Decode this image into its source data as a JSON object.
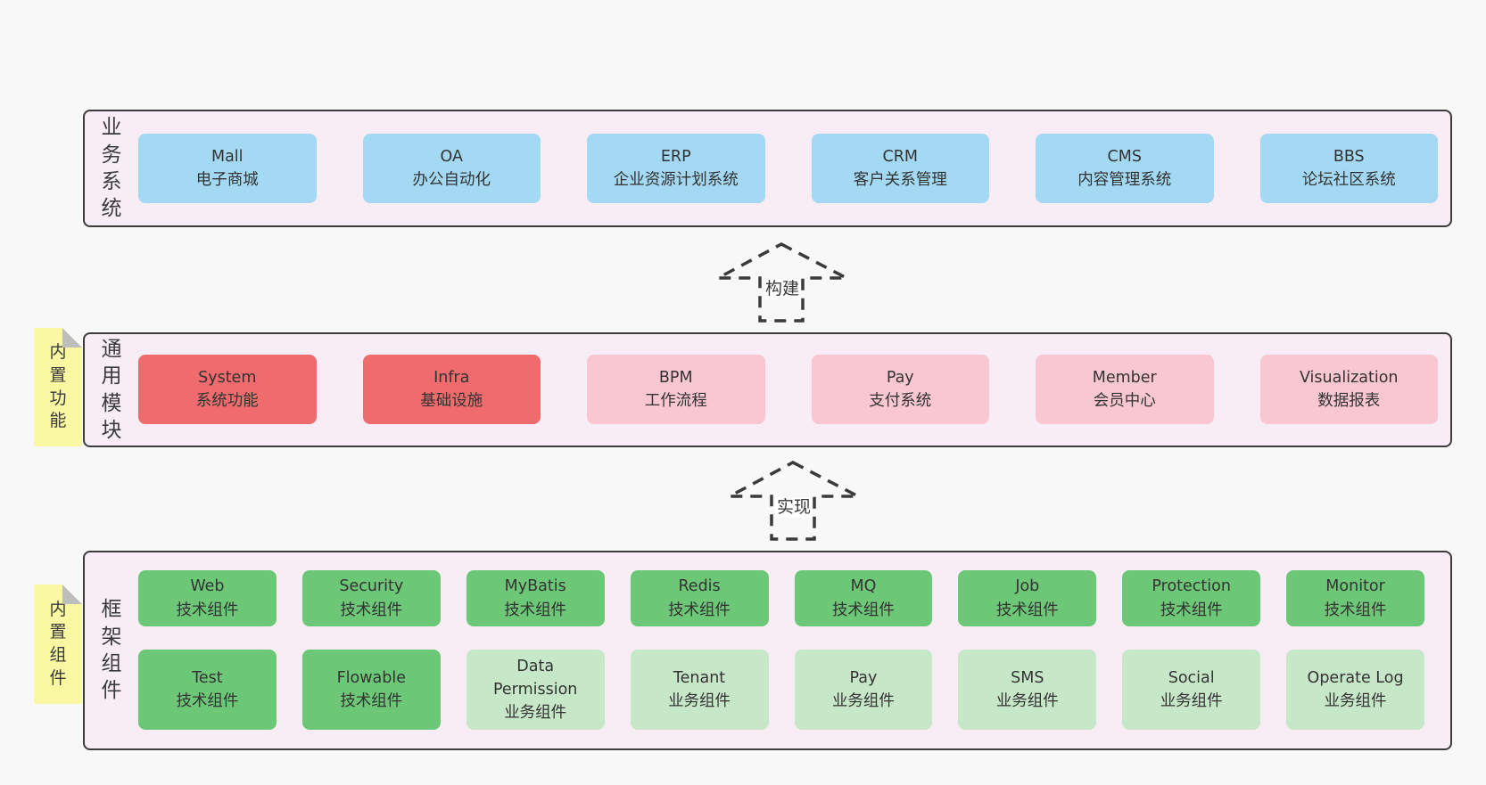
{
  "colors": {
    "page_bg": "#f8f8f8",
    "layer_bg": "#f8edf5",
    "layer_border": "#3c3c3c",
    "text": "#3a3a3a",
    "blue": "#a3d9f2",
    "red": "#ef6b6d",
    "pink": "#f9c7d1",
    "green": "#6cc877",
    "lightgreen": "#c7e7c9",
    "note_yellow": "#faf8a2",
    "note_fold": "#bdbdbd"
  },
  "arrows": [
    {
      "label": "构建"
    },
    {
      "label": "实现"
    }
  ],
  "layers": [
    {
      "label": "业务系统",
      "boxes": [
        {
          "title": "Mall",
          "subtitle": "电子商城",
          "variant": "blue"
        },
        {
          "title": "OA",
          "subtitle": "办公自动化",
          "variant": "blue"
        },
        {
          "title": "ERP",
          "subtitle": "企业资源计划系统",
          "variant": "blue"
        },
        {
          "title": "CRM",
          "subtitle": "客户关系管理",
          "variant": "blue"
        },
        {
          "title": "CMS",
          "subtitle": "内容管理系统",
          "variant": "blue"
        },
        {
          "title": "BBS",
          "subtitle": "论坛社区系统",
          "variant": "blue"
        }
      ]
    },
    {
      "label": "通用模块",
      "note": "内置功能",
      "boxes": [
        {
          "title": "System",
          "subtitle": "系统功能",
          "variant": "red"
        },
        {
          "title": "Infra",
          "subtitle": "基础设施",
          "variant": "red"
        },
        {
          "title": "BPM",
          "subtitle": "工作流程",
          "variant": "pink"
        },
        {
          "title": "Pay",
          "subtitle": "支付系统",
          "variant": "pink"
        },
        {
          "title": "Member",
          "subtitle": "会员中心",
          "variant": "pink"
        },
        {
          "title": "Visualization",
          "subtitle": "数据报表",
          "variant": "pink"
        }
      ]
    },
    {
      "label": "框架组件",
      "note": "内置组件",
      "boxes": [
        {
          "title": "Web",
          "subtitle": "技术组件",
          "variant": "green"
        },
        {
          "title": "Security",
          "subtitle": "技术组件",
          "variant": "green"
        },
        {
          "title": "MyBatis",
          "subtitle": "技术组件",
          "variant": "green"
        },
        {
          "title": "Redis",
          "subtitle": "技术组件",
          "variant": "green"
        },
        {
          "title": "MQ",
          "subtitle": "技术组件",
          "variant": "green"
        },
        {
          "title": "Job",
          "subtitle": "技术组件",
          "variant": "green"
        },
        {
          "title": "Protection",
          "subtitle": "技术组件",
          "variant": "green"
        },
        {
          "title": "Monitor",
          "subtitle": "技术组件",
          "variant": "green"
        },
        {
          "title": "Test",
          "subtitle": "技术组件",
          "variant": "green"
        },
        {
          "title": "Flowable",
          "subtitle": "技术组件",
          "variant": "green"
        },
        {
          "title": "Data Permission",
          "subtitle": "业务组件",
          "variant": "lightgreen"
        },
        {
          "title": "Tenant",
          "subtitle": "业务组件",
          "variant": "lightgreen"
        },
        {
          "title": "Pay",
          "subtitle": "业务组件",
          "variant": "lightgreen"
        },
        {
          "title": "SMS",
          "subtitle": "业务组件",
          "variant": "lightgreen"
        },
        {
          "title": "Social",
          "subtitle": "业务组件",
          "variant": "lightgreen"
        },
        {
          "title": "Operate Log",
          "subtitle": "业务组件",
          "variant": "lightgreen"
        }
      ]
    }
  ]
}
